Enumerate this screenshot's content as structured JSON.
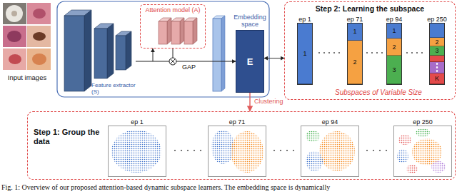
{
  "diagram": {
    "caption": "Fig. 1: Overview of our proposed attention-based dynamic subspace learners. The embedding space is dynamically",
    "nodes": [
      {
        "text": [
          "Input images"
        ]
      },
      {
        "text": [
          "Feature extractor (S)"
        ]
      },
      {
        "text": [
          "Attention model (A)"
        ]
      },
      {
        "text": [
          "Embedding space",
          "E"
        ]
      },
      {
        "text": [
          "Step 2: Learning the subspace",
          "Subspaces of Variable Size"
        ]
      },
      {
        "text": [
          "ep 1",
          "1"
        ],
        "in": 4
      },
      {
        "text": [
          "ep 71",
          "1",
          "2"
        ],
        "in": 4
      },
      {
        "text": [
          "ep 94",
          "1",
          "2",
          "3"
        ],
        "in": 4
      },
      {
        "text": [
          "ep 250",
          "2",
          "3",
          "K"
        ],
        "in": 4
      },
      {
        "text": [
          "Step 1: Group the data"
        ]
      },
      {
        "text": [
          "ep 1"
        ],
        "in": 9
      },
      {
        "text": [
          "ep 71"
        ],
        "in": 9
      },
      {
        "text": [
          "ep 94"
        ],
        "in": 9
      },
      {
        "text": [
          "ep 250"
        ],
        "in": 9
      }
    ],
    "edges": [
      {
        "from": 1,
        "to": 2,
        "arrow": "to"
      },
      {
        "from": 2,
        "to": 3,
        "arrow": "to"
      },
      {
        "from": 3,
        "to": 4,
        "arrow": "both"
      },
      {
        "from": 3,
        "to": 9,
        "arrow": "to",
        "label": "Clustering"
      }
    ],
    "labels": [
      "GAP"
    ]
  }
}
